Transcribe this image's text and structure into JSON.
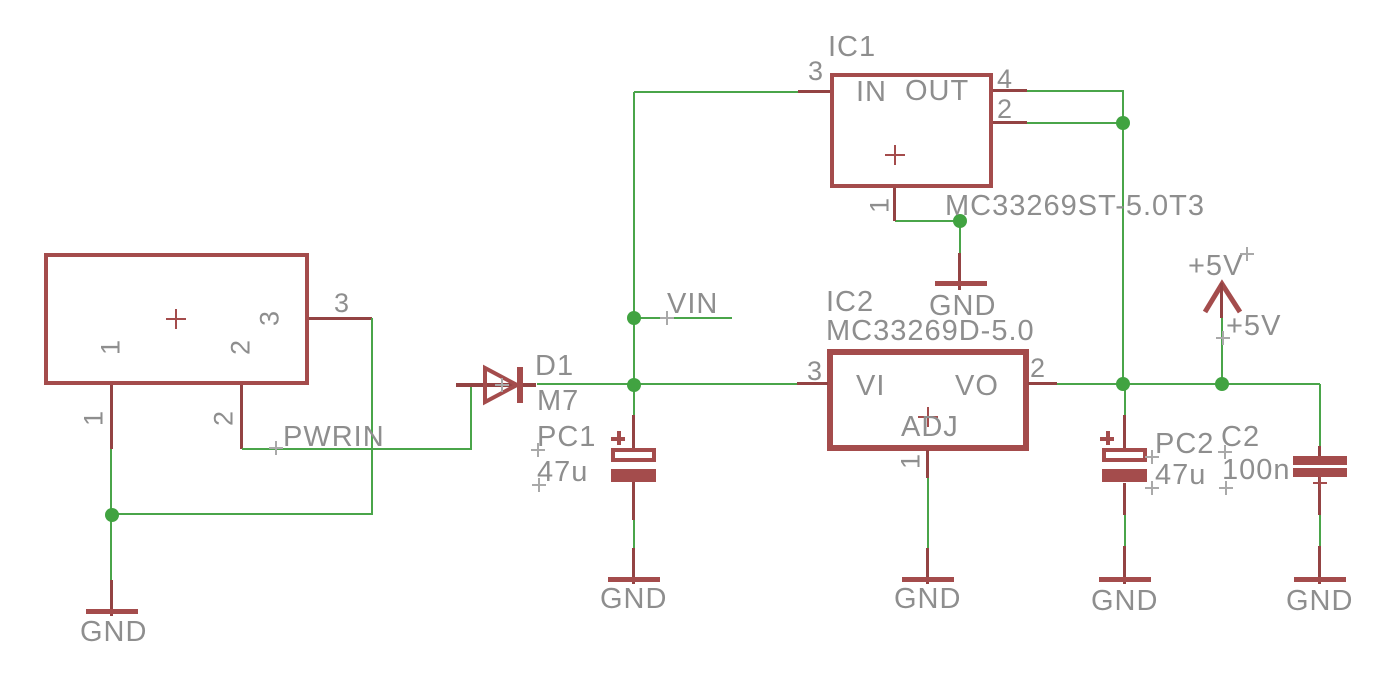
{
  "colors": {
    "wire_green": "#4aa54a",
    "symbol_maroon": "#a44c4c",
    "pin_maroon": "#934343",
    "text_gray": "#8e8e8e",
    "background": "#ffffff"
  },
  "connector": {
    "pin_names": [
      "1",
      "2",
      "3"
    ],
    "pin_numbers": [
      "1",
      "2",
      "3"
    ]
  },
  "diode": {
    "designator": "D1",
    "value": "M7"
  },
  "regulator1": {
    "designator": "IC1",
    "value": "MC33269ST-5.0T3",
    "pin_in": "IN",
    "pin_out": "OUT",
    "num_in": "3",
    "num_out_a": "4",
    "num_out_b": "2",
    "num_gnd": "1"
  },
  "regulator2": {
    "designator": "IC2",
    "value": "MC33269D-5.0",
    "pin_vi": "VI",
    "pin_vo": "VO",
    "pin_adj": "ADJ",
    "num_vi": "3",
    "num_vo": "2",
    "num_adj": "1"
  },
  "capacitors": {
    "pc1": {
      "designator": "PC1",
      "value": "47u"
    },
    "pc2": {
      "designator": "PC2",
      "value": "47u"
    },
    "c2": {
      "designator": "C2",
      "value": "100n"
    }
  },
  "nets": {
    "pwrin": "PWRIN",
    "vin": "VIN",
    "p5v_symbol": "+5V",
    "p5v_label": "+5V",
    "gnd": "GND"
  }
}
